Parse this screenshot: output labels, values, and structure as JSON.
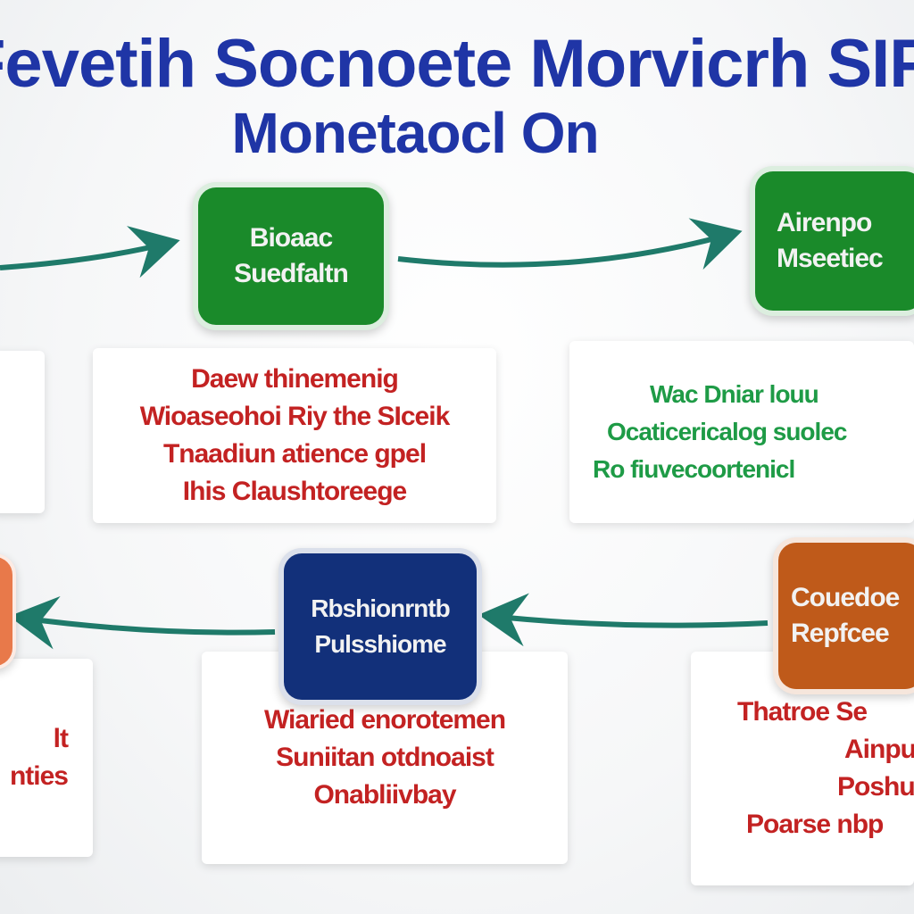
{
  "title": {
    "line1": "Fevetih Socnoete Morvicrh SIPie",
    "line2": "Monetaocl On"
  },
  "colors": {
    "title": "#1f35a6",
    "green_node": "#1a8a2a",
    "navy_node": "#12307a",
    "orange_node": "#bf5a1a",
    "arrow": "#1f7a6a",
    "red_text": "#c32222",
    "green_text": "#1e9b46"
  },
  "nodes": {
    "top_middle": {
      "lines": [
        "Bioaac",
        "Suedfaltn"
      ]
    },
    "top_right": {
      "lines": [
        "Airenpo",
        "Mseetiec"
      ]
    },
    "bottom_middle": {
      "lines": [
        "Rbshionrntb",
        "Pulsshiome"
      ]
    },
    "bottom_right": {
      "lines": [
        "Couedoe",
        "Repfcee"
      ]
    }
  },
  "cards": {
    "top_middle": {
      "lines": [
        "Daew thinemenig",
        "Wioaseohoi Riy the SIceik",
        "Tnaadiun atience gpel",
        "Ihis Claushtoreege"
      ]
    },
    "top_right": {
      "lines": [
        "Wac Dniar louu",
        "Ocaticericalog suolec",
        "Ro fiuvecoortenicl"
      ]
    },
    "bottom_middle": {
      "lines": [
        "Wiaried enorotemen",
        "Suniitan otdnoaist",
        "Onabliivbay"
      ]
    },
    "bottom_right": {
      "lines": [
        "Thatroe Se",
        "Ainpuslc",
        "Poshutlu",
        "Poarse nbp"
      ]
    },
    "bottom_left": {
      "lines": [
        "lt",
        "nties"
      ]
    }
  }
}
